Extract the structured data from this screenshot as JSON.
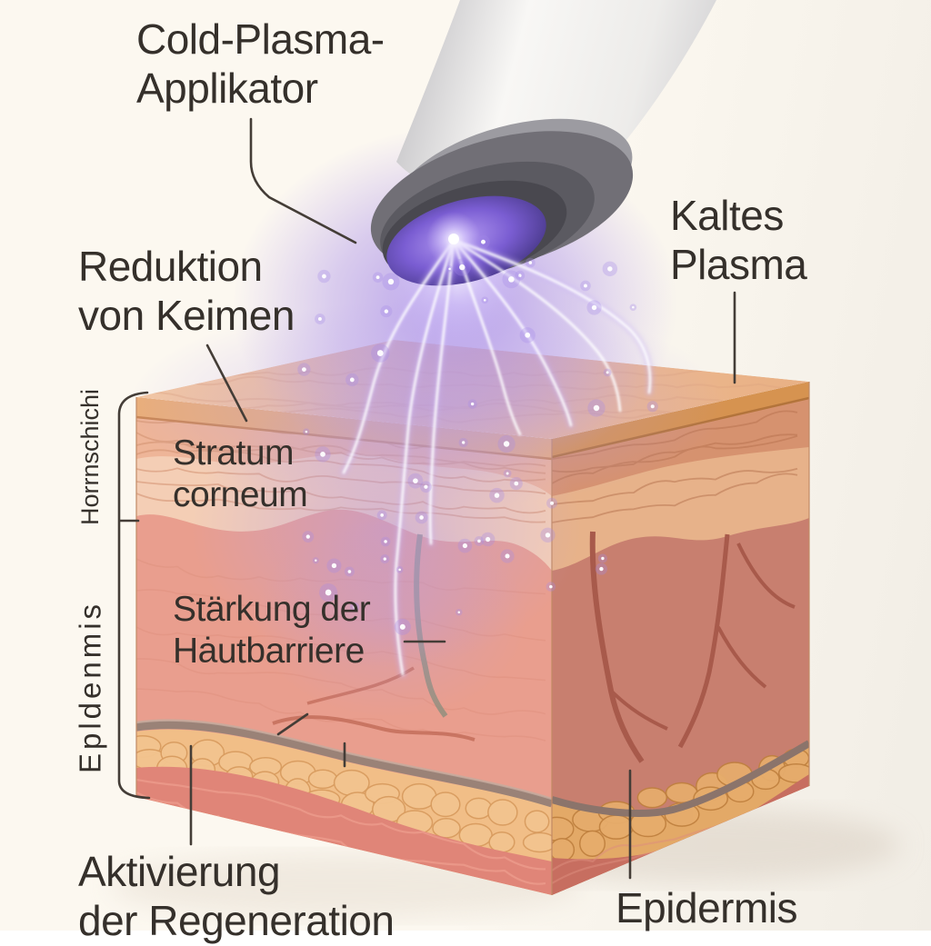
{
  "page": {
    "background": "#FBF7EF",
    "text_color": "#35302B",
    "leader_line_color": "#443D37"
  },
  "subject": {
    "description": "Querschnitt der Haut unter einem Kaltplasma-Applikator",
    "plasma_glow_color": "#A78CE8",
    "device_body_color": "#F6F5F3",
    "device_ring_color": "#57565C",
    "skin_top_color": "#F1C09A",
    "stratum_corneum_color": "#EEB598",
    "epidermis_color": "#E99E8E",
    "fat_layer_color": "#F1BE87",
    "base_layer_color": "#E08578",
    "vessel_gray_color": "#9A8277"
  },
  "labels": {
    "applicator": {
      "line1": "Cold-Plasma-",
      "line2": "Applikator"
    },
    "cold_plasma": {
      "line1": "Kaltes",
      "line2": "Plasma"
    },
    "reduction": {
      "line1": "Reduktion",
      "line2": "von Keimen"
    },
    "stratum_corneum": {
      "line1": "Stratum",
      "line2": "corneum"
    },
    "barrier": {
      "line1": "Stärkung der",
      "line2": "Hȧutbarriere"
    },
    "activation": {
      "line1": "Aktivierung",
      "line2": "der Regeneration"
    },
    "epidermis_bottom": "Epidermis",
    "side_bracket_upper": "Horrnschichi",
    "side_bracket_lower": "Epldenmis"
  }
}
